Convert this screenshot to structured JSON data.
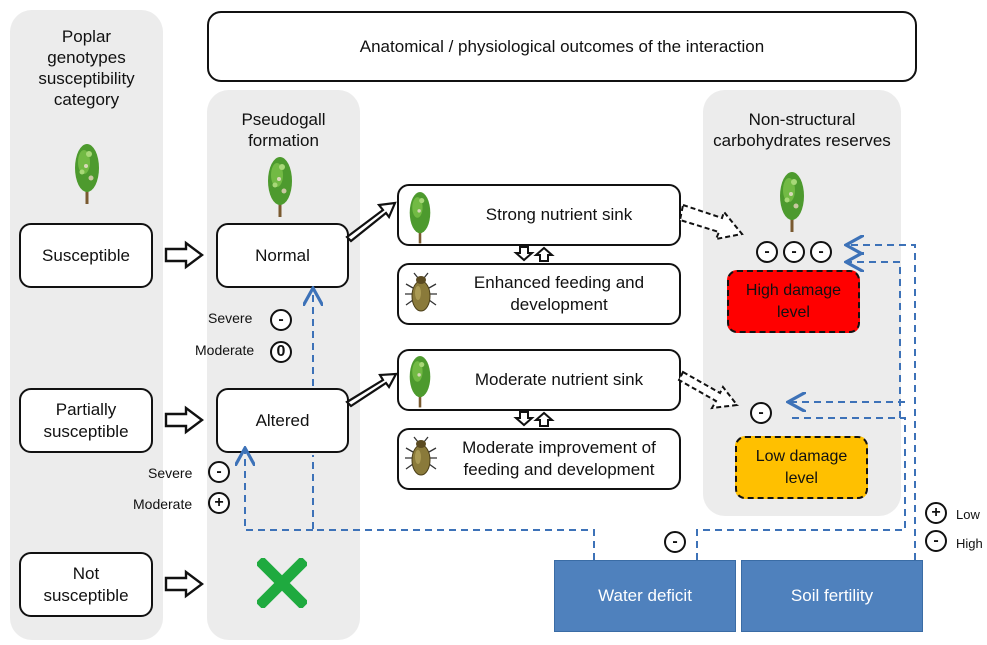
{
  "header": {
    "title": "Anatomical / physiological outcomes of the interaction"
  },
  "columns": {
    "genotypes": {
      "title": "Poplar\ngenotypes\nsusceptibility\ncategory"
    },
    "pseudogall": {
      "title": "Pseudogall\nformation"
    },
    "carbohydrates": {
      "title": "Non-structural\ncarbohydrates reserves"
    }
  },
  "categories": {
    "susceptible": "Susceptible",
    "partially": "Partially\nsusceptible",
    "not": "Not\nsusceptible"
  },
  "pseudogall": {
    "normal": "Normal",
    "altered": "Altered"
  },
  "outcomes": {
    "strong_sink": "Strong nutrient sink",
    "enhanced": "Enhanced feeding and\ndevelopment",
    "moderate_sink": "Moderate nutrient sink",
    "moderate_improvement": "Moderate improvement of\nfeeding and development"
  },
  "damage": {
    "high": {
      "label": "High damage\nlevel",
      "color": "#ff0000"
    },
    "low": {
      "label": "Low damage\nlevel",
      "color": "#ffc000"
    }
  },
  "effects": {
    "normal_severe": {
      "label": "Severe",
      "sign": "-"
    },
    "normal_moderate": {
      "label": "Moderate",
      "sign": "0"
    },
    "altered_severe": {
      "label": "Severe",
      "sign": "-"
    },
    "altered_moderate": {
      "label": "Moderate",
      "sign": "+"
    },
    "high_reserves": "---",
    "low_reserves": "-",
    "water_effect": "-",
    "fertility_low": {
      "label": "Low",
      "sign": "+"
    },
    "fertility_high": {
      "label": "High",
      "sign": "-"
    }
  },
  "factors": {
    "water": "Water deficit",
    "soil": "Soil fertility",
    "color": "#4f81bd"
  },
  "icons": {
    "tree": "poplar-tree-icon",
    "insect": "insect-icon",
    "excluded": "green-cross-icon"
  }
}
